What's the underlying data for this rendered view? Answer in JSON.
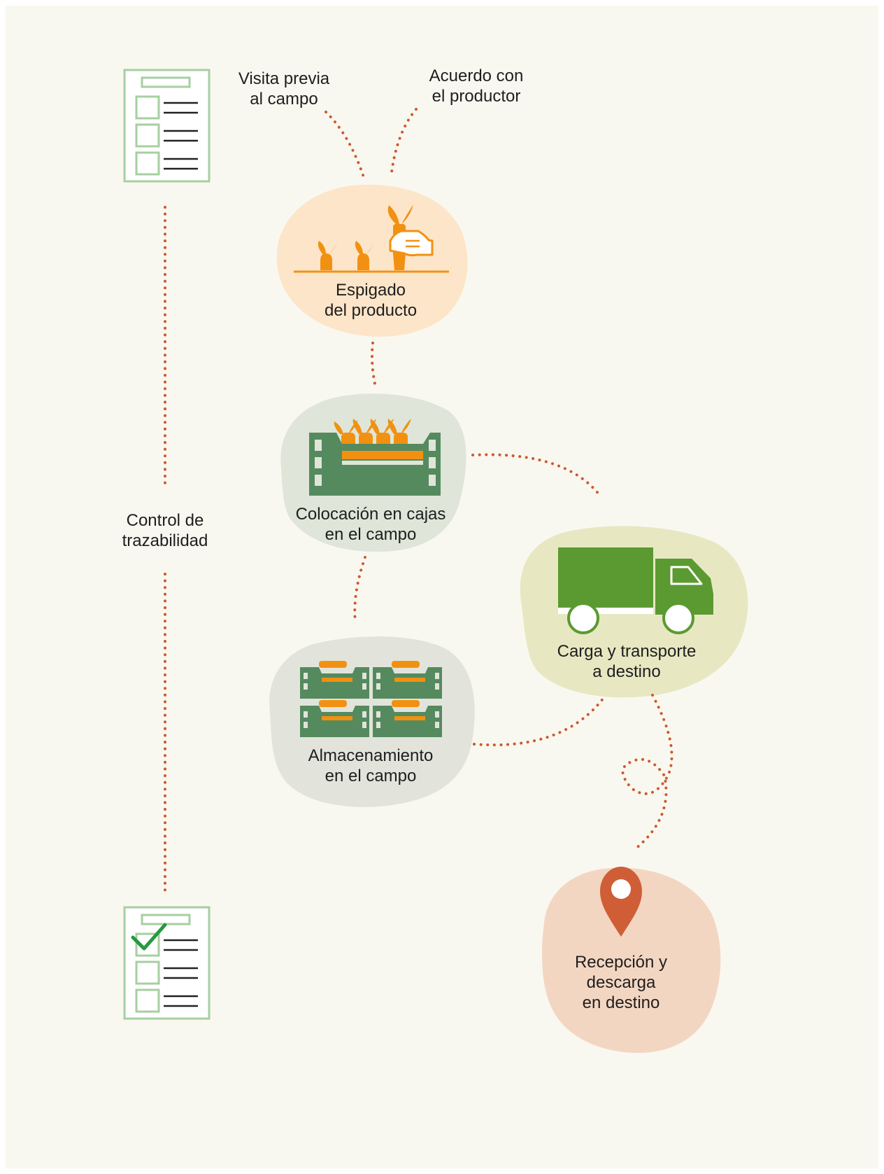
{
  "top_labels": {
    "visit": [
      "Visita previa",
      "al campo"
    ],
    "agreement": [
      "Acuerdo con",
      "el productor"
    ]
  },
  "control": [
    "Control de",
    "trazabilidad"
  ],
  "steps": [
    {
      "id": "harvest",
      "lines": [
        "Espigado",
        "del producto"
      ],
      "icon": "carrot-harvest-icon"
    },
    {
      "id": "boxing",
      "lines": [
        "Colocación en cajas",
        "en el campo"
      ],
      "icon": "crate-icon"
    },
    {
      "id": "storage",
      "lines": [
        "Almacenamiento",
        "en el campo"
      ],
      "icon": "stacked-crates-icon"
    },
    {
      "id": "transport",
      "lines": [
        "Carga y transporte",
        "a destino"
      ],
      "icon": "truck-icon"
    },
    {
      "id": "reception",
      "lines": [
        "Recepción y",
        "descarga",
        "en destino"
      ],
      "icon": "location-pin-icon"
    }
  ],
  "colors": {
    "page_bg": "#f9f8f0",
    "dotted_line": "#cc5a2e",
    "orange": "#f29111",
    "crate_green": "#548a5e",
    "truck_green": "#5b9a31",
    "checklist_border": "#a6cfa0",
    "check_mark": "#259a3d",
    "blob_harvest": "#fde5c9",
    "blob_boxing": "#dfe5d8",
    "blob_storage": "#e2e4dc",
    "blob_transport": "#e7e8c2",
    "blob_reception": "#f3d6c2",
    "pin": "#cf5e36"
  }
}
